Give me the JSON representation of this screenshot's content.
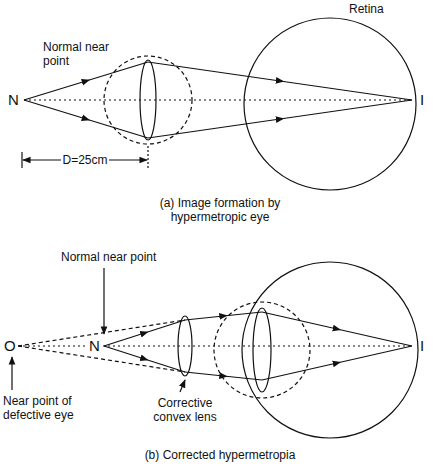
{
  "diagram": {
    "labels": [
      "Retina",
      "Normal near point",
      "N",
      "I",
      "D=25cm",
      "(a) Image formation by hypermetropic eye",
      "Normal near point",
      "O",
      "N",
      "I",
      "Near point of defective eye",
      "Corrective convex lens",
      "(b) Corrected hypermetropia"
    ]
  }
}
